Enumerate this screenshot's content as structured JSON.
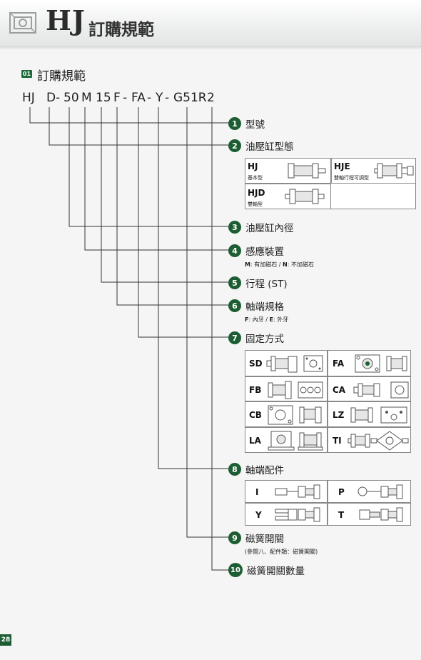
{
  "header": {
    "series": "HJ",
    "title": "訂購規範"
  },
  "section": {
    "badge": "01",
    "title": "訂購規範"
  },
  "order_code": [
    "HJ",
    "D",
    "-",
    "50",
    "M",
    "15",
    "F",
    "-",
    "FA",
    "-",
    "Y",
    "-",
    "G51R",
    "2"
  ],
  "items": [
    {
      "num": "1",
      "label": "型號"
    },
    {
      "num": "2",
      "label": "油壓缸型態"
    },
    {
      "num": "3",
      "label": "油壓缸內徑"
    },
    {
      "num": "4",
      "label": "感應裝置"
    },
    {
      "num": "5",
      "label": "行程 (ST)"
    },
    {
      "num": "6",
      "label": "軸端規格"
    },
    {
      "num": "7",
      "label": "固定方式"
    },
    {
      "num": "8",
      "label": "軸端配件"
    },
    {
      "num": "9",
      "label": "磁簧開關"
    },
    {
      "num": "10",
      "label": "磁簧開關數量"
    }
  ],
  "notes": {
    "sensor": {
      "m_code": "M",
      "m_text": ": 有加磁石 / ",
      "n_code": "N",
      "n_text": ": 不加磁石"
    },
    "rod_end": {
      "f_code": "F",
      "f_text": ": 內牙 / ",
      "e_code": "E",
      "e_text": ": 外牙"
    },
    "switch": "(參閱八、配件類：磁簧開關)"
  },
  "types": [
    {
      "code": "HJ",
      "desc": "基本型"
    },
    {
      "code": "HJE",
      "desc": "雙軸行程可調型"
    },
    {
      "code": "HJD",
      "desc": "雙軸型"
    }
  ],
  "mounts": [
    "SD",
    "FA",
    "FB",
    "CA",
    "CB",
    "LZ",
    "LA",
    "TI"
  ],
  "accessories": [
    "I",
    "P",
    "Y",
    "T"
  ],
  "page": "28",
  "colors": {
    "accent": "#1d5d33",
    "line": "#333333"
  }
}
